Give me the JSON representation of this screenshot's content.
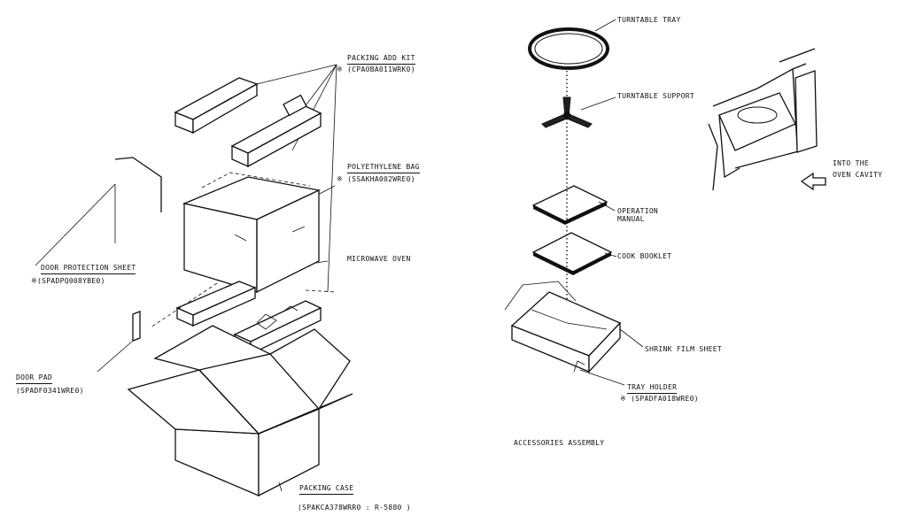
{
  "labels": {
    "packing_add_kit": "PACKING ADD KIT",
    "packing_add_kit_code": "※ (CPAOBA011WRK0)",
    "polyethylene_bag": "POLYETHYLENE BAG",
    "polyethylene_bag_code": "※ (SSAKHA002WRE0)",
    "microwave_oven": "MICROWAVE  OVEN",
    "door_protection_sheet": "DOOR  PROTECTION  SHEET",
    "door_protection_sheet_code": "※(SPADPQ008YBE0)",
    "door_pad": "DOOR PAD",
    "door_pad_code": "(SPADF0341WRE0)",
    "packing_case": "PACKING  CASE",
    "packing_case_code": "(SPAKCA378WRR0 : R-5880 )",
    "turntable_tray": "TURNTABLE TRAY",
    "turntable_support": "TURNTABLE SUPPORT",
    "operation_manual_1": "OPERATION",
    "operation_manual_2": "MANUAL",
    "cook_booklet": "COOK BOOKLET",
    "shrink_film_sheet": "SHRINK FILM SHEET",
    "tray_holder": "TRAY HOLDER",
    "tray_holder_code": "※ (SPADFA018WRE0)",
    "into_oven_1": "INTO THE",
    "into_oven_2": "OVEN CAVITY",
    "accessories_assembly": "ACCESSORIES ASSEMBLY"
  }
}
